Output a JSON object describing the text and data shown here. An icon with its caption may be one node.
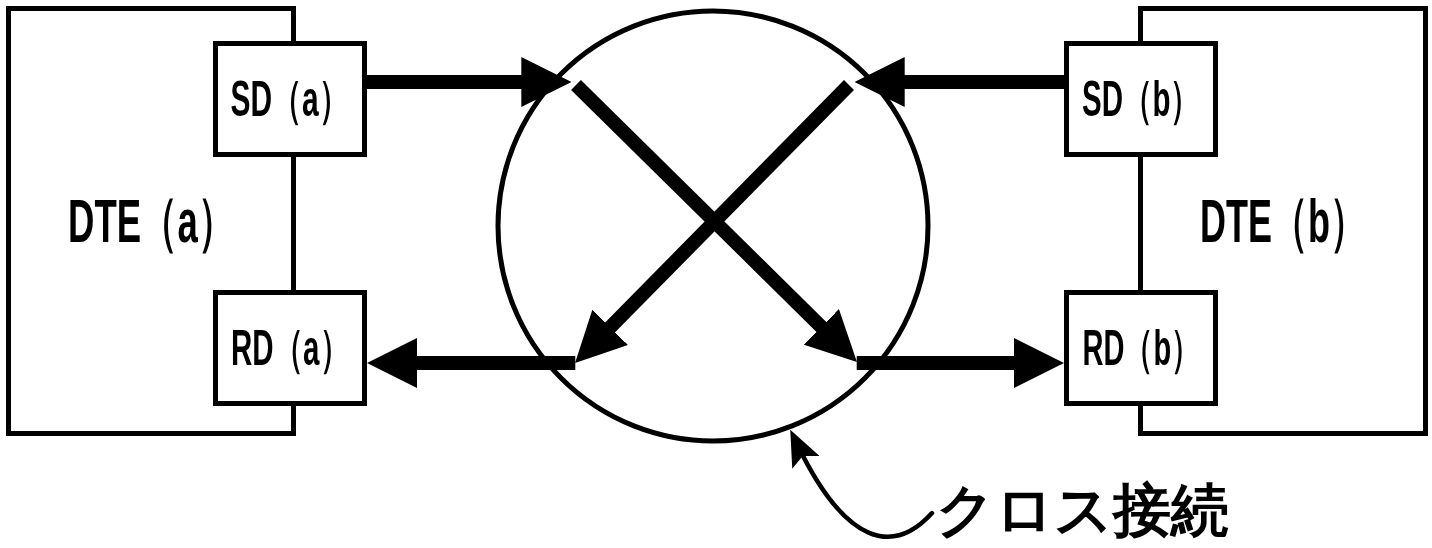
{
  "diagram": {
    "nodes": [
      {
        "text": [
          "DTE（a）"
        ]
      },
      {
        "text": [
          "SD（a）"
        ]
      },
      {
        "text": [
          "RD（a）"
        ]
      },
      {
        "text": [],
        "shape": "circle"
      },
      {
        "text": [
          "DTE（b）"
        ]
      },
      {
        "text": [
          "SD（b）"
        ]
      },
      {
        "text": [
          "RD（b）"
        ]
      },
      {
        "text": [
          "クロス接続"
        ]
      }
    ],
    "edges": [
      {
        "from": 1,
        "to": 3,
        "arrow": "to"
      },
      {
        "from": 3,
        "to": 6,
        "arrow": "to"
      },
      {
        "from": 5,
        "to": 3,
        "arrow": "to"
      },
      {
        "from": 3,
        "to": 2,
        "arrow": "to"
      },
      {
        "from": 7,
        "to": 3,
        "arrow": "to"
      }
    ]
  }
}
